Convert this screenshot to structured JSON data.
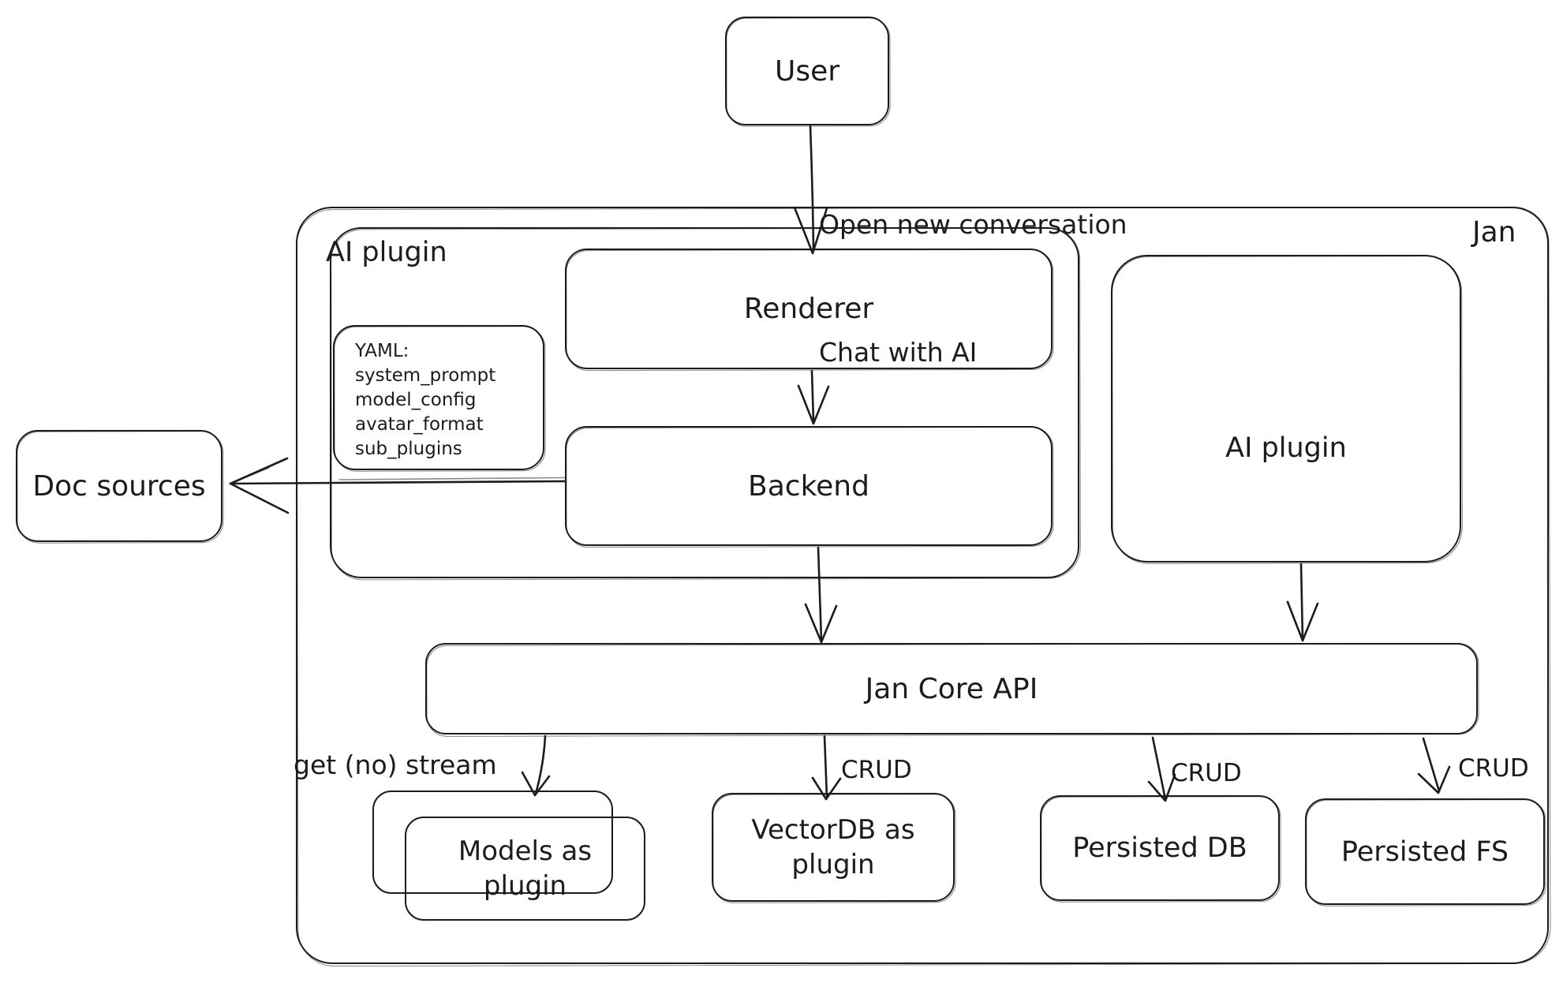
{
  "colors": {
    "stroke": "#1c1c1c",
    "background": "#ffffff"
  },
  "containers": {
    "jan": {
      "label": "Jan"
    },
    "ai_plugin": {
      "label": "AI plugin"
    }
  },
  "nodes": {
    "user": {
      "label": "User"
    },
    "renderer": {
      "label": "Renderer"
    },
    "backend": {
      "label": "Backend"
    },
    "ai_plugin_right": {
      "label": "AI plugin"
    },
    "doc_sources": {
      "label": "Doc sources"
    },
    "jan_core_api": {
      "label": "Jan Core API"
    },
    "models_plugin": {
      "line1": "Models as",
      "line2": "plugin"
    },
    "vectordb_plugin": {
      "line1": "VectorDB as",
      "line2": "plugin"
    },
    "persisted_db": {
      "label": "Persisted DB"
    },
    "persisted_fs": {
      "label": "Persisted FS"
    }
  },
  "yaml_note": {
    "title": "YAML:",
    "fields": [
      "system_prompt",
      "model_config",
      "avatar_format",
      "sub_plugins"
    ]
  },
  "edge_labels": {
    "open_conversation": {
      "line1": "Open new conversation",
      "line2": "Chat with AI"
    },
    "get_no_stream": "get (no) stream",
    "crud_vectordb": "CRUD",
    "crud_persisted_db": "CRUD",
    "crud_persisted_fs": "CRUD"
  }
}
